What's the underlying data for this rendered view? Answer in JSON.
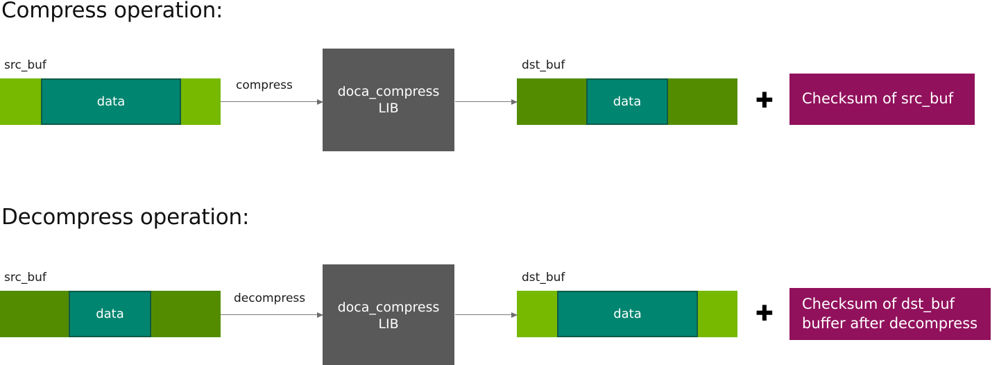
{
  "palette": {
    "light_green": "#76b900",
    "dark_green": "#548c00",
    "teal": "#008570",
    "teal_border": "#0f5a46",
    "gray": "#595959",
    "magenta": "#92115c",
    "arrow": "#7a7a7a",
    "text": "#1a1a1a",
    "background": "#ffffff"
  },
  "sections": {
    "compress": {
      "title": "Compress operation:",
      "src_caption": "src_buf",
      "src_data_label": "data",
      "arrow_label": "compress",
      "lib_label": "doca_compress\nLIB",
      "dst_caption": "dst_buf",
      "dst_data_label": "data",
      "plus": "✚",
      "checksum_label": "Checksum of src_buf"
    },
    "decompress": {
      "title": "Decompress operation:",
      "src_caption": "src_buf",
      "src_data_label": "data",
      "arrow_label": "decompress",
      "lib_label": "doca_compress\nLIB",
      "dst_caption": "dst_buf",
      "dst_data_label": "data",
      "plus": "✚",
      "checksum_label": "Checksum of dst_buf\nbuffer after decompress"
    }
  }
}
